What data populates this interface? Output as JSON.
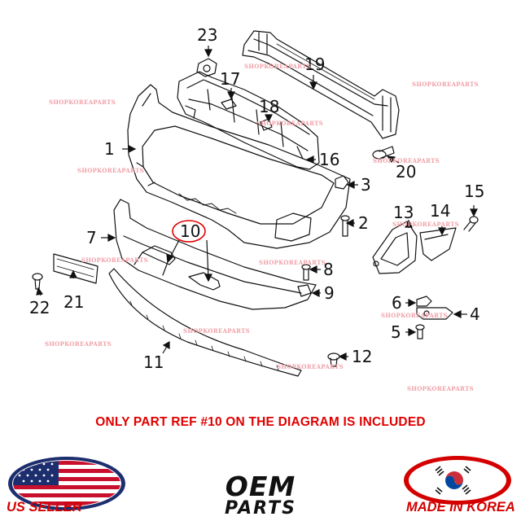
{
  "diagram": {
    "callouts": [
      {
        "id": "1",
        "label": "1"
      },
      {
        "id": "2",
        "label": "2"
      },
      {
        "id": "3",
        "label": "3"
      },
      {
        "id": "4",
        "label": "4"
      },
      {
        "id": "5",
        "label": "5"
      },
      {
        "id": "6",
        "label": "6"
      },
      {
        "id": "7",
        "label": "7"
      },
      {
        "id": "8",
        "label": "8"
      },
      {
        "id": "9",
        "label": "9"
      },
      {
        "id": "10",
        "label": "10"
      },
      {
        "id": "11",
        "label": "11"
      },
      {
        "id": "12",
        "label": "12"
      },
      {
        "id": "13",
        "label": "13"
      },
      {
        "id": "14",
        "label": "14"
      },
      {
        "id": "15",
        "label": "15"
      },
      {
        "id": "16",
        "label": "16"
      },
      {
        "id": "17",
        "label": "17"
      },
      {
        "id": "18",
        "label": "18"
      },
      {
        "id": "19",
        "label": "19"
      },
      {
        "id": "20",
        "label": "20"
      },
      {
        "id": "21",
        "label": "21"
      },
      {
        "id": "22",
        "label": "22"
      },
      {
        "id": "23",
        "label": "23"
      }
    ],
    "highlighted_callout": "10",
    "watermark_text": "SHOPKOREAPARTS"
  },
  "notice": "ONLY PART REF #10 ON THE DIAGRAM IS INCLUDED",
  "badges": {
    "us_seller": "US SELLER",
    "oem_line1": "OEM",
    "oem_line2": "PARTS",
    "made_in_korea": "MADE IN KOREA"
  },
  "colors": {
    "notice": "#e00000",
    "highlight_ring": "#e00000",
    "watermark": "#f0a0a8",
    "badge_red": "#d40000",
    "flag_blue": "#1c2e6e"
  }
}
